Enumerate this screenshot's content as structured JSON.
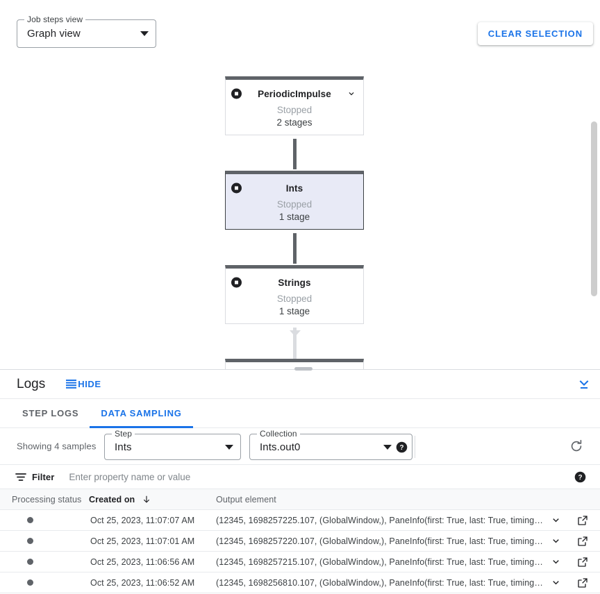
{
  "graph": {
    "view_select": {
      "label": "Job steps view",
      "value": "Graph view",
      "caret_icon": "caret-down-icon"
    },
    "clear_selection_label": "CLEAR SELECTION",
    "nodes": [
      {
        "name": "PeriodicImpulse",
        "status": "Stopped",
        "stages": "2 stages",
        "selected": false,
        "status_icon": "stopped-icon",
        "chevron_icon": "chevron-down-icon"
      },
      {
        "name": "Ints",
        "status": "Stopped",
        "stages": "1 stage",
        "selected": true,
        "status_icon": "stopped-icon"
      },
      {
        "name": "Strings",
        "status": "Stopped",
        "stages": "1 stage",
        "selected": false,
        "status_icon": "stopped-icon"
      }
    ]
  },
  "logs": {
    "title": "Logs",
    "hide_label": "HIDE",
    "hide_icon": "list-icon",
    "collapse_icon": "collapse-down-icon",
    "tabs": [
      {
        "label": "STEP LOGS",
        "active": false
      },
      {
        "label": "DATA SAMPLING",
        "active": true
      }
    ]
  },
  "sampling": {
    "showing_text": "Showing 4 samples",
    "step": {
      "label": "Step",
      "value": "Ints"
    },
    "collection": {
      "label": "Collection",
      "value": "Ints.out0"
    },
    "help_icon": "help-icon",
    "refresh_icon": "refresh-icon"
  },
  "filter": {
    "icon": "filter-icon",
    "label": "Filter",
    "value": "",
    "placeholder": "Enter property name or value",
    "help_icon": "help-icon"
  },
  "table": {
    "columns": [
      {
        "key": "status",
        "label": "Processing status",
        "sorted": false
      },
      {
        "key": "created",
        "label": "Created on",
        "sorted": true,
        "sort_dir": "desc",
        "sort_icon": "arrow-down-icon"
      },
      {
        "key": "output",
        "label": "Output element",
        "sorted": false
      }
    ],
    "rows": [
      {
        "status_icon": "status-dot-icon",
        "created": "Oct 25, 2023, 11:07:07 AM",
        "output": "(12345, 1698257225.107, (GlobalWindow,), PaneInfo(first: True, last: True, timing…",
        "expand_icon": "chevron-down-icon",
        "open_icon": "open-in-new-icon"
      },
      {
        "status_icon": "status-dot-icon",
        "created": "Oct 25, 2023, 11:07:01 AM",
        "output": "(12345, 1698257220.107, (GlobalWindow,), PaneInfo(first: True, last: True, timing…",
        "expand_icon": "chevron-down-icon",
        "open_icon": "open-in-new-icon"
      },
      {
        "status_icon": "status-dot-icon",
        "created": "Oct 25, 2023, 11:06:56 AM",
        "output": "(12345, 1698257215.107, (GlobalWindow,), PaneInfo(first: True, last: True, timing…",
        "expand_icon": "chevron-down-icon",
        "open_icon": "open-in-new-icon"
      },
      {
        "status_icon": "status-dot-icon",
        "created": "Oct 25, 2023, 11:06:52 AM",
        "output": "(12345, 1698256810.107, (GlobalWindow,), PaneInfo(first: True, last: True, timing…",
        "expand_icon": "chevron-down-icon",
        "open_icon": "open-in-new-icon"
      }
    ]
  },
  "colors": {
    "accent_blue": "#1a73e8",
    "node_header": "#5f6368",
    "node_selected_bg": "#e8eaf6",
    "text_primary": "#202124",
    "text_secondary": "#5f6368",
    "muted": "#9aa0a6"
  }
}
